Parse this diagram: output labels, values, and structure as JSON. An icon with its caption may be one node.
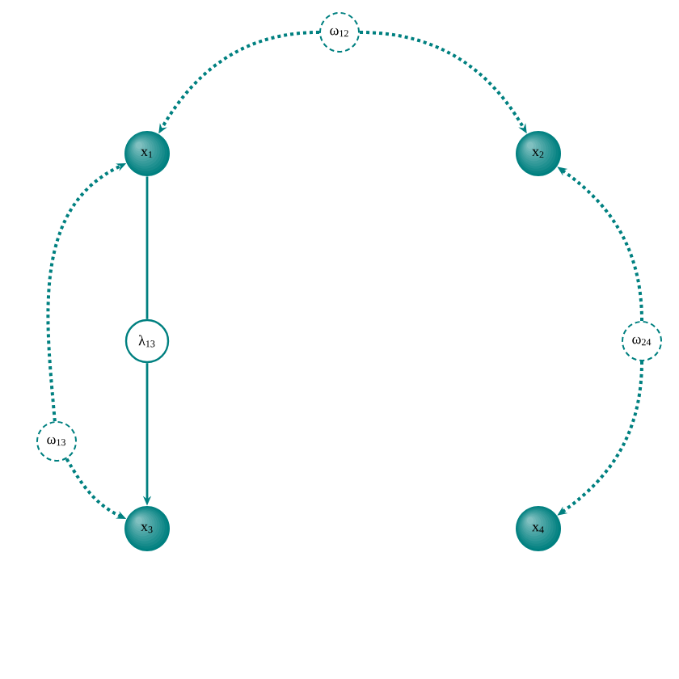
{
  "diagram": {
    "nodes": [
      {
        "text": [
          "ω$_{12}$"
        ]
      },
      {
        "text": [
          "x$_{1}$"
        ]
      },
      {
        "text": [
          "x$_{2}$"
        ]
      },
      {
        "text": [
          "λ$_{13}$"
        ]
      },
      {
        "text": [
          "ω$_{24}$"
        ]
      },
      {
        "text": [
          "ω$_{13}$"
        ]
      },
      {
        "text": [
          "x$_{3}$"
        ]
      },
      {
        "text": [
          "x$_{4}$"
        ]
      }
    ],
    "edges": [
      {
        "from": 0,
        "to": 1,
        "arrow": "to",
        "style": "dashed"
      },
      {
        "from": 0,
        "to": 2,
        "arrow": "to",
        "style": "dashed"
      },
      {
        "from": 1,
        "to": 3,
        "arrow": "none"
      },
      {
        "from": 3,
        "to": 6,
        "arrow": "to"
      },
      {
        "from": 4,
        "to": 2,
        "arrow": "to",
        "style": "dashed"
      },
      {
        "from": 4,
        "to": 7,
        "arrow": "to",
        "style": "dashed"
      },
      {
        "from": 5,
        "to": 1,
        "arrow": "to",
        "style": "dashed"
      },
      {
        "from": 5,
        "to": 6,
        "arrow": "to",
        "style": "dashed"
      }
    ]
  }
}
